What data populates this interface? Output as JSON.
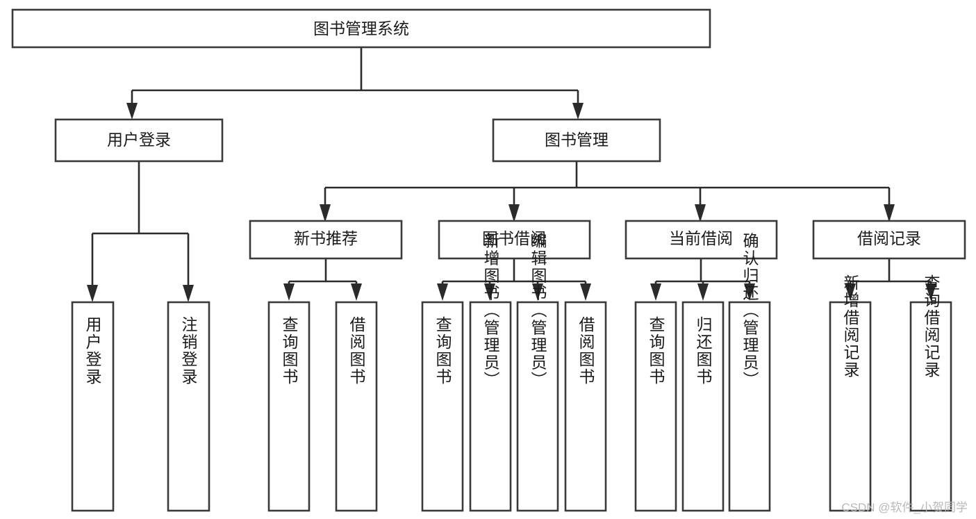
{
  "diagram": {
    "type": "tree-hierarchy-diagram",
    "title": "图书管理系统",
    "orientation": "top-down",
    "levels": 4,
    "root": {
      "label": "图书管理系统"
    },
    "level2": [
      {
        "label": "用户登录"
      },
      {
        "label": "图书管理"
      }
    ],
    "level3": [
      {
        "label": "新书推荐",
        "parent": "图书管理"
      },
      {
        "label": "图书借阅",
        "parent": "图书管理"
      },
      {
        "label": "当前借阅",
        "parent": "图书管理"
      },
      {
        "label": "借阅记录",
        "parent": "图书管理"
      }
    ],
    "leaves": {
      "user_login": [
        {
          "label": "用户登录"
        },
        {
          "label": "注销登录"
        }
      ],
      "new_book_recommend": [
        {
          "label": "查询图书"
        },
        {
          "label": "借阅图书"
        }
      ],
      "book_borrow": [
        {
          "label": "查询图书"
        },
        {
          "label": "新增图书（管理员）"
        },
        {
          "label": "编辑图书（管理员）"
        },
        {
          "label": "借阅图书"
        }
      ],
      "current_borrow": [
        {
          "label": "查询图书"
        },
        {
          "label": "归还图书"
        },
        {
          "label": "确认归还（管理员）"
        }
      ],
      "borrow_record": [
        {
          "label": "新增借阅记录"
        },
        {
          "label": "查询借阅记录"
        }
      ]
    }
  },
  "colors": {
    "box_stroke": "#3a3a3a",
    "connector": "#2b2b2b",
    "box_fill": "#ffffff",
    "text": "#1a1a1a",
    "watermark": "#b9b9b9",
    "canvas": "#ffffff"
  },
  "watermark": {
    "text": "CSDN @软件_小贺同学"
  }
}
